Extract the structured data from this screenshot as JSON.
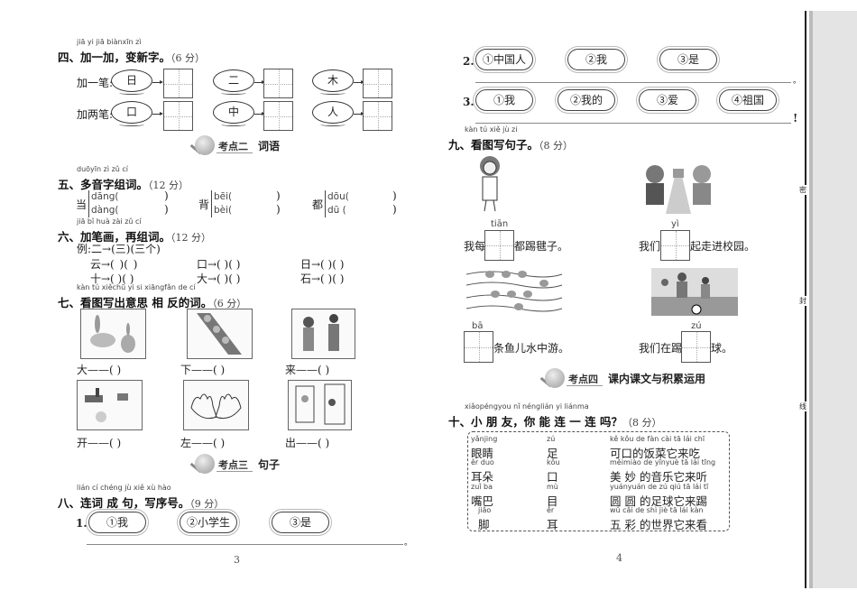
{
  "q4": {
    "pinyin": "jiā yi jiā  biànxīn zì",
    "title": "四、加一加，变新字。",
    "points": "（6 分）",
    "row1_label": "加一笔:",
    "row2_label": "加两笔:",
    "row1": [
      "日",
      "二",
      "木"
    ],
    "row2": [
      "口",
      "中",
      "人"
    ]
  },
  "badge2": {
    "kaodian": "考点二",
    "name": "词语"
  },
  "q5": {
    "pinyin": "duōyīn zì  zǔ cí",
    "title": "五、多音字组词。",
    "points": "（12 分）",
    "items": [
      {
        "char": "当",
        "r1": "dāng(",
        "r2": "dàng("
      },
      {
        "char": "背",
        "r1": "bēi(",
        "r2": "bèi("
      },
      {
        "char": "都",
        "r1": "dōu(",
        "r2": "dū  ("
      }
    ],
    "close": ")"
  },
  "q6": {
    "pinyin": "jiā bǐ huà  zài zǔ cí",
    "title": "六、加笔画，再组词。",
    "points": "（12 分）",
    "example": "例:二→(三)(三个)",
    "rows": [
      [
        "云→(      )(          )",
        "口→(      )(          )",
        "日→(      )(          )"
      ],
      [
        "十→(      )(          )",
        "大→(      )(          )",
        "石→(      )(          )"
      ]
    ]
  },
  "q7": {
    "pinyin": "kàn tú xiěchū yì  si xiāngfǎn de  cí",
    "title": "七、看图写出意思 相 反的词。",
    "points": "（6 分）",
    "row1": [
      "大——(      )",
      "下——(      )",
      "来——(      )"
    ],
    "row2": [
      "开——(      )",
      "左——(      )",
      "出——(      )"
    ]
  },
  "badge3": {
    "kaodian": "考点三",
    "name": "句子"
  },
  "q8": {
    "pinyin": "lián cí chéng jù   xiě xù hào",
    "title": "八、连词 成 句，写序号。",
    "points": "（9 分）",
    "s1": {
      "num": "1.",
      "words": [
        "①我",
        "②小学生",
        "③是"
      ],
      "end": "。"
    },
    "s2": {
      "num": "2.",
      "words": [
        "①中国人",
        "②我",
        "③是"
      ],
      "end": "。"
    },
    "s3": {
      "num": "3.",
      "words": [
        "①我",
        "②我的",
        "③爱",
        "④祖国"
      ],
      "end": "!"
    }
  },
  "page_left": "3",
  "q9": {
    "pinyin": "kàn tú xiě jù  zi",
    "title": "九、看图写句子。",
    "points": "（8 分）",
    "a": {
      "py": "tiān",
      "pre": "我每",
      "post": "都踢毽子。"
    },
    "b": {
      "py": "yì",
      "pre": "我们",
      "post": "起走进校园。"
    },
    "c": {
      "py": "bā",
      "pre": "",
      "post": "条鱼儿水中游。"
    },
    "d": {
      "py": "zú",
      "pre": "我们在踢",
      "post": "球。"
    }
  },
  "badge4": {
    "kaodian": "考点四",
    "name": "课内课文与积累运用"
  },
  "q10": {
    "pinyin": "xiǎopéngyou   nǐ nénglián yi liánma",
    "title": "十、小 朋 友，你 能 连 一 连 吗？",
    "points": "（8 分）",
    "rows": [
      {
        "p1": "yǎnjing",
        "c1": "眼睛",
        "p2": "zú",
        "c2": "足",
        "p3": "kě kǒu de fàn cài tā  lái chī",
        "c3": "可口的饭菜它来吃"
      },
      {
        "p1": "ěr duo",
        "c1": "耳朵",
        "p2": "kǒu",
        "c2": "口",
        "p3": "měimiào de yīnyuè tā  lái tīng",
        "c3": "美 妙 的音乐它来听"
      },
      {
        "p1": "zuǐ ba",
        "c1": "嘴巴",
        "p2": "mù",
        "c2": "目",
        "p3": "yuányuán de  zú qiú tā  lái  tī",
        "c3": "圆 圆 的足球它来踢"
      },
      {
        "p1": "jiǎo",
        "c1": "脚",
        "p2": "ěr",
        "c2": "耳",
        "p3": "wǔ  cǎi  de shì jiè tā  lái kàn",
        "c3": "五 彩 的世界它来看"
      }
    ]
  },
  "page_right": "4",
  "margin_labels": [
    "密",
    "封",
    "线"
  ]
}
